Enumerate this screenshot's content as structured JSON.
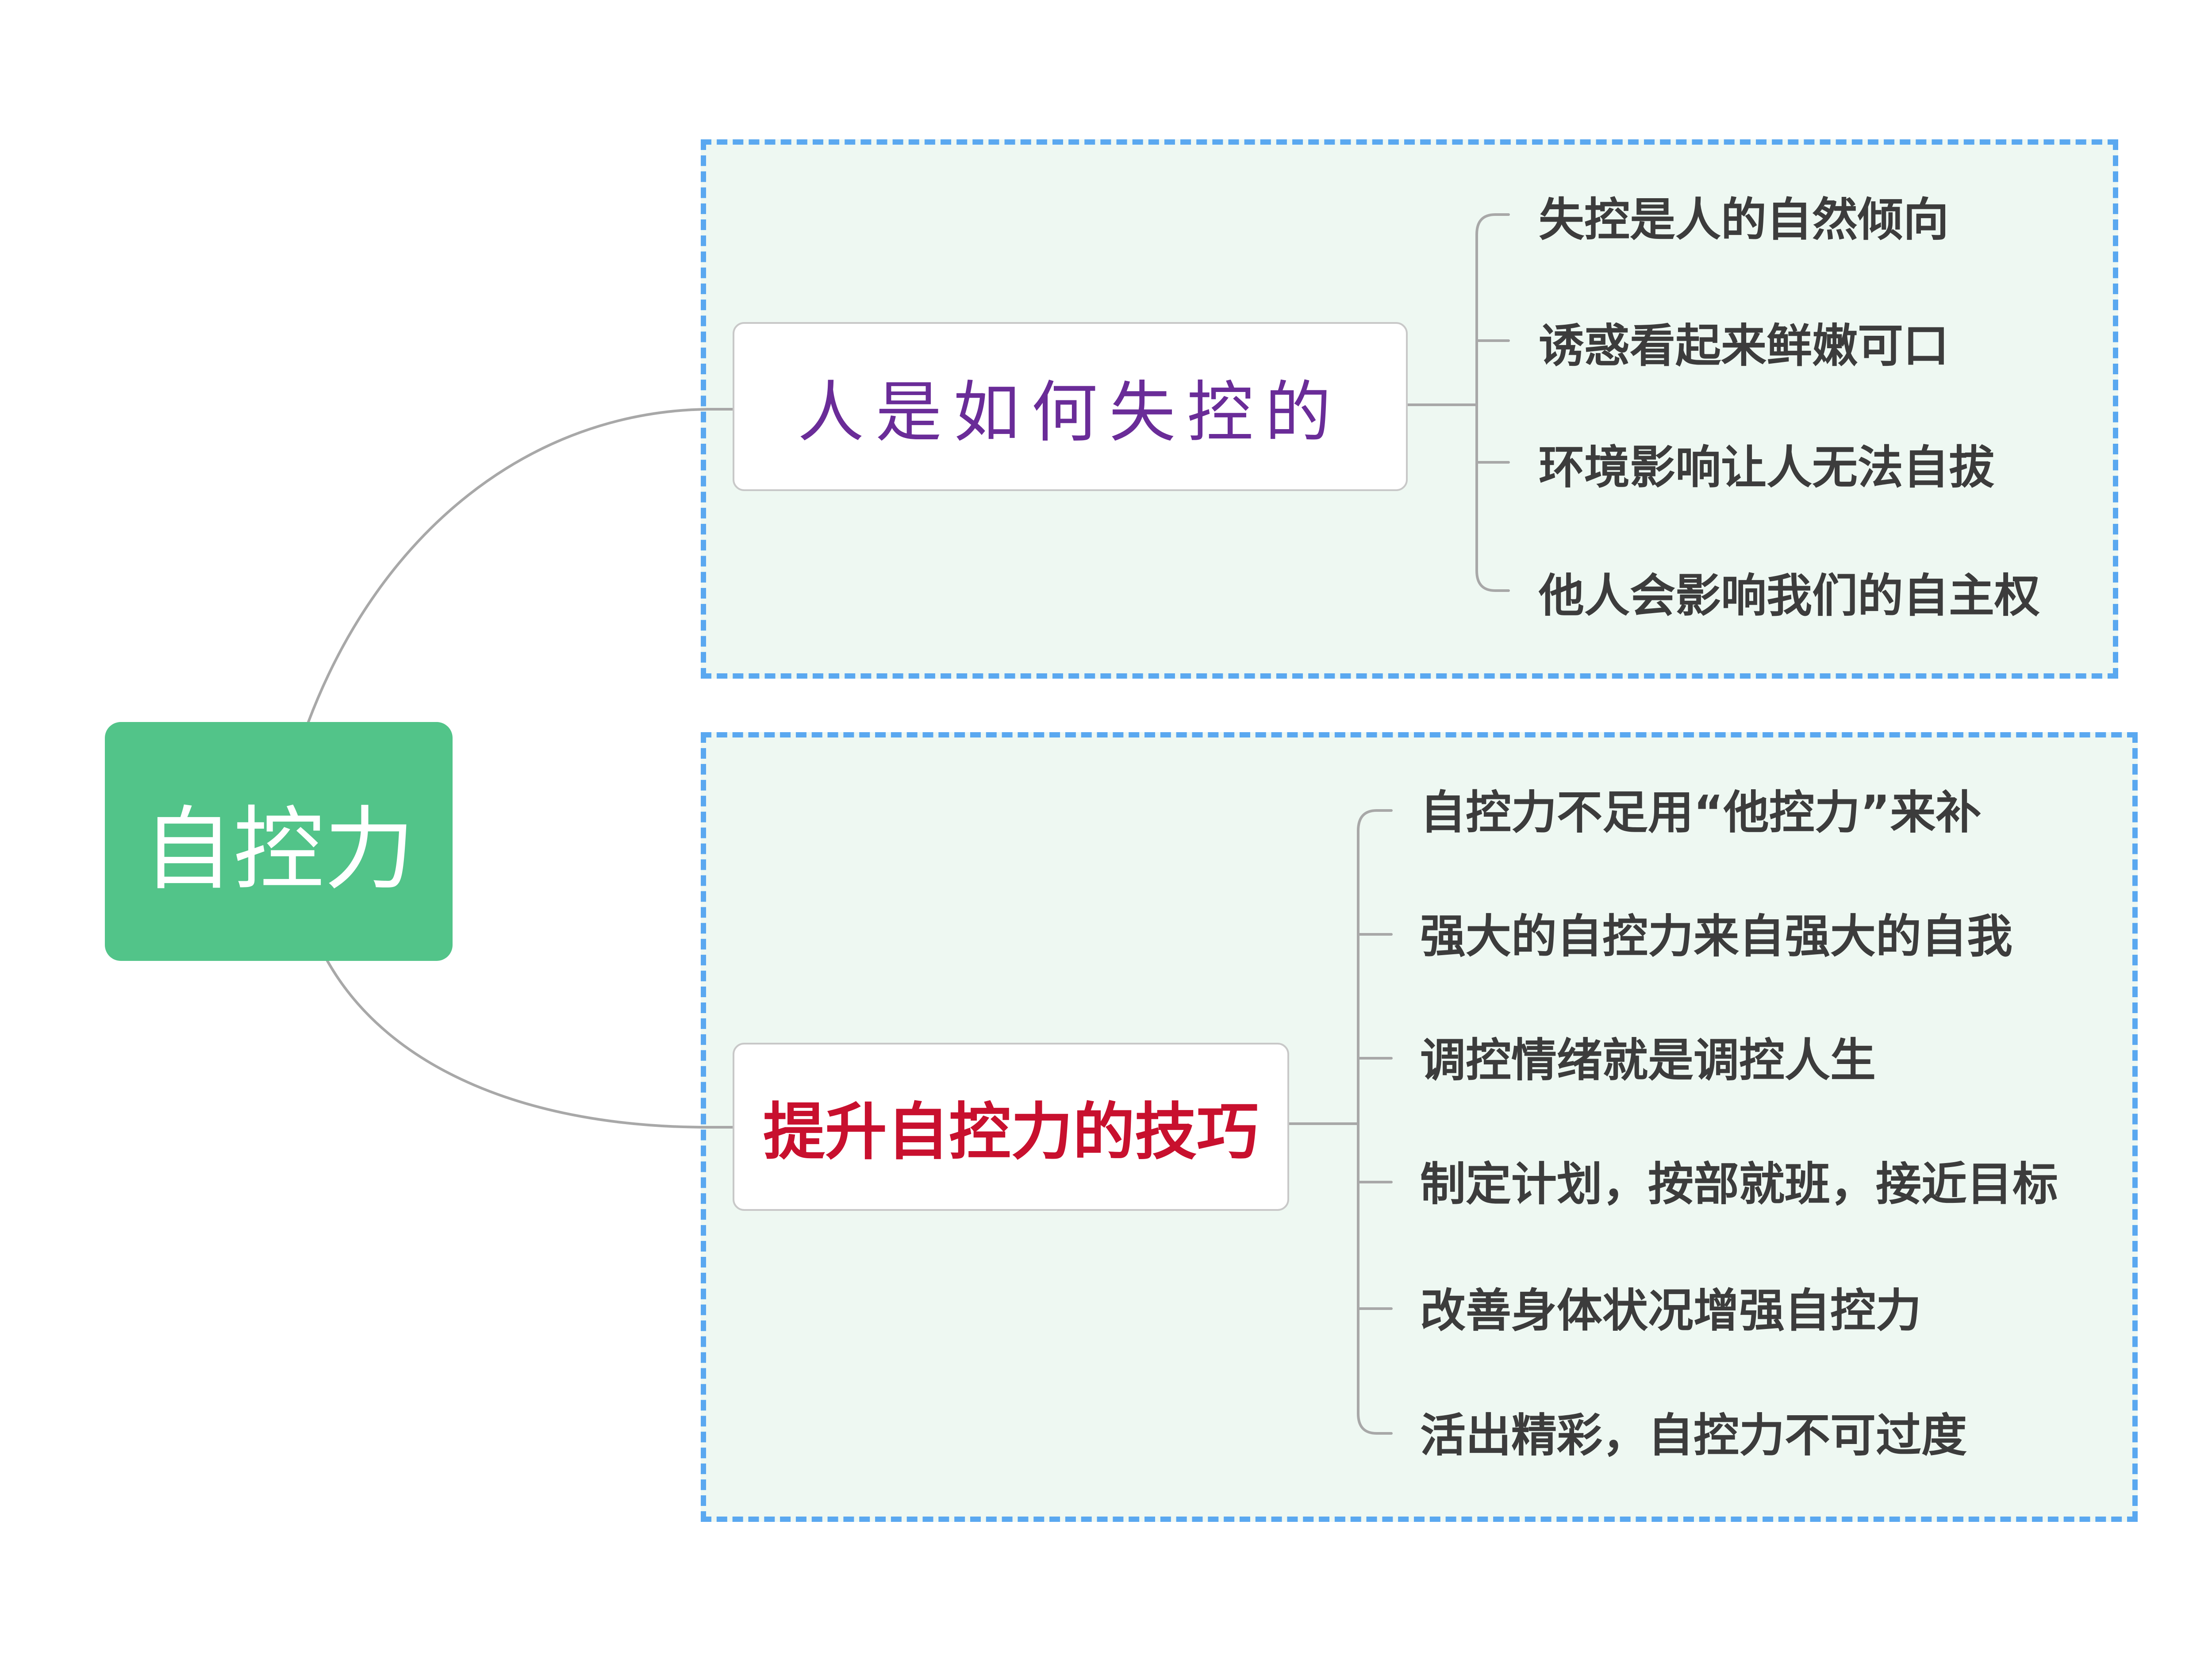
{
  "root": {
    "label": "自控力",
    "fill_color": "#52c489",
    "text_color": "#ffffff"
  },
  "branches": [
    {
      "label": "人是如何失控的",
      "text_color": "#6a2c98",
      "group_border_color": "#5aa8f0",
      "group_fill_color": "#eef8f2",
      "children": [
        "失控是人的自然倾向",
        "诱惑看起来鲜嫩可口",
        "环境影响让人无法自拔",
        "他人会影响我们的自主权"
      ]
    },
    {
      "label": "提升自控力的技巧",
      "text_color": "#c8102e",
      "group_border_color": "#5aa8f0",
      "group_fill_color": "#eef8f2",
      "children": [
        "自控力不足用“他控力”来补",
        "强大的自控力来自强大的自我",
        "调控情绪就是调控人生",
        "制定计划，按部就班，接近目标",
        "改善身体状况增强自控力",
        "活出精彩，自控力不可过度"
      ]
    }
  ],
  "connector_color": "#a8a8a8"
}
